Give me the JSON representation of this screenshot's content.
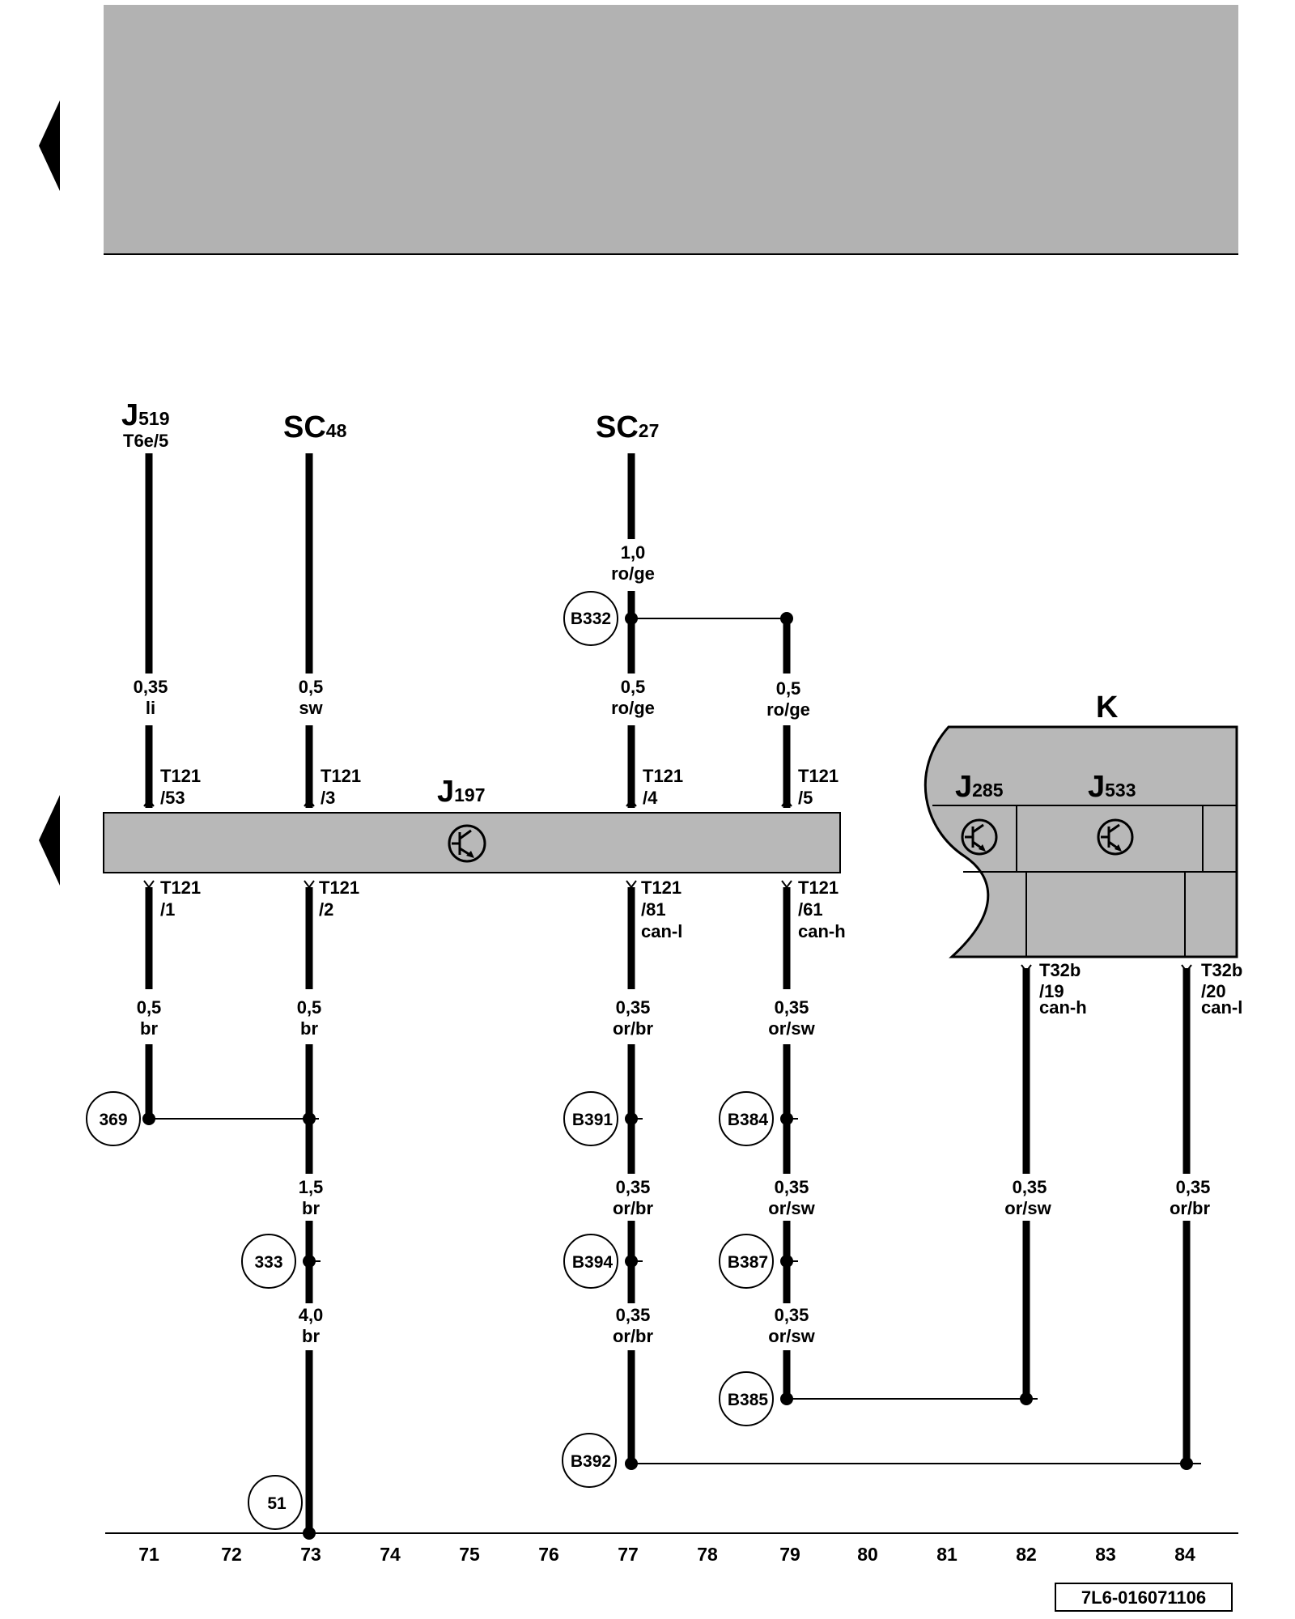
{
  "components": {
    "J519": {
      "letter": "J",
      "num": "519",
      "pin": "T6e/5"
    },
    "SC48": {
      "letter": "SC",
      "num": "48"
    },
    "SC27": {
      "letter": "SC",
      "num": "27"
    },
    "J197": {
      "letter": "J",
      "num": "197"
    },
    "K": {
      "label": "K"
    },
    "J285": {
      "letter": "J",
      "num": "285"
    },
    "J533": {
      "letter": "J",
      "num": "533"
    }
  },
  "connectors": {
    "w71_top": [
      "T121",
      "/53"
    ],
    "w73_top": [
      "T121",
      "/3"
    ],
    "w77_top": [
      "T121",
      "/4"
    ],
    "w79_top": [
      "T121",
      "/5"
    ],
    "w71_bot": [
      "T121",
      "/1"
    ],
    "w73_bot": [
      "T121",
      "/2"
    ],
    "w77_bot": [
      "T121",
      "/81",
      "can-l"
    ],
    "w79_bot": [
      "T121",
      "/61",
      "can-h"
    ],
    "w82": [
      "T32b",
      "/19",
      "can-h"
    ],
    "w84": [
      "T32b",
      "/20",
      "can-l"
    ]
  },
  "wires": {
    "w77_src": [
      "1,0",
      "ro/ge"
    ],
    "w71_a": [
      "0,35",
      "li"
    ],
    "w73_a": [
      "0,5",
      "sw"
    ],
    "w77_a": [
      "0,5",
      "ro/ge"
    ],
    "w79_a": [
      "0,5",
      "ro/ge"
    ],
    "w71_b": [
      "0,5",
      "br"
    ],
    "w73_b": [
      "0,5",
      "br"
    ],
    "w77_b": [
      "0,35",
      "or/br"
    ],
    "w79_b": [
      "0,35",
      "or/sw"
    ],
    "w73_c": [
      "1,5",
      "br"
    ],
    "w77_c": [
      "0,35",
      "or/br"
    ],
    "w79_c": [
      "0,35",
      "or/sw"
    ],
    "w82_a": [
      "0,35",
      "or/sw"
    ],
    "w84_a": [
      "0,35",
      "or/br"
    ],
    "w73_d": [
      "4,0",
      "br"
    ],
    "w77_d": [
      "0,35",
      "or/br"
    ],
    "w79_d": [
      "0,35",
      "or/sw"
    ]
  },
  "refs": {
    "B332": "B332",
    "r369": "369",
    "B391": "B391",
    "B384": "B384",
    "r333": "333",
    "B394": "B394",
    "B387": "B387",
    "B385": "B385",
    "B392": "B392",
    "r51": "51"
  },
  "grid_numbers": [
    "71",
    "72",
    "73",
    "74",
    "75",
    "76",
    "77",
    "78",
    "79",
    "80",
    "81",
    "82",
    "83",
    "84"
  ],
  "document_id": "7L6-016071106",
  "colors": {
    "header_fill": "#b2b2b2",
    "component_fill": "#b8b8b8",
    "line": "#000000"
  }
}
